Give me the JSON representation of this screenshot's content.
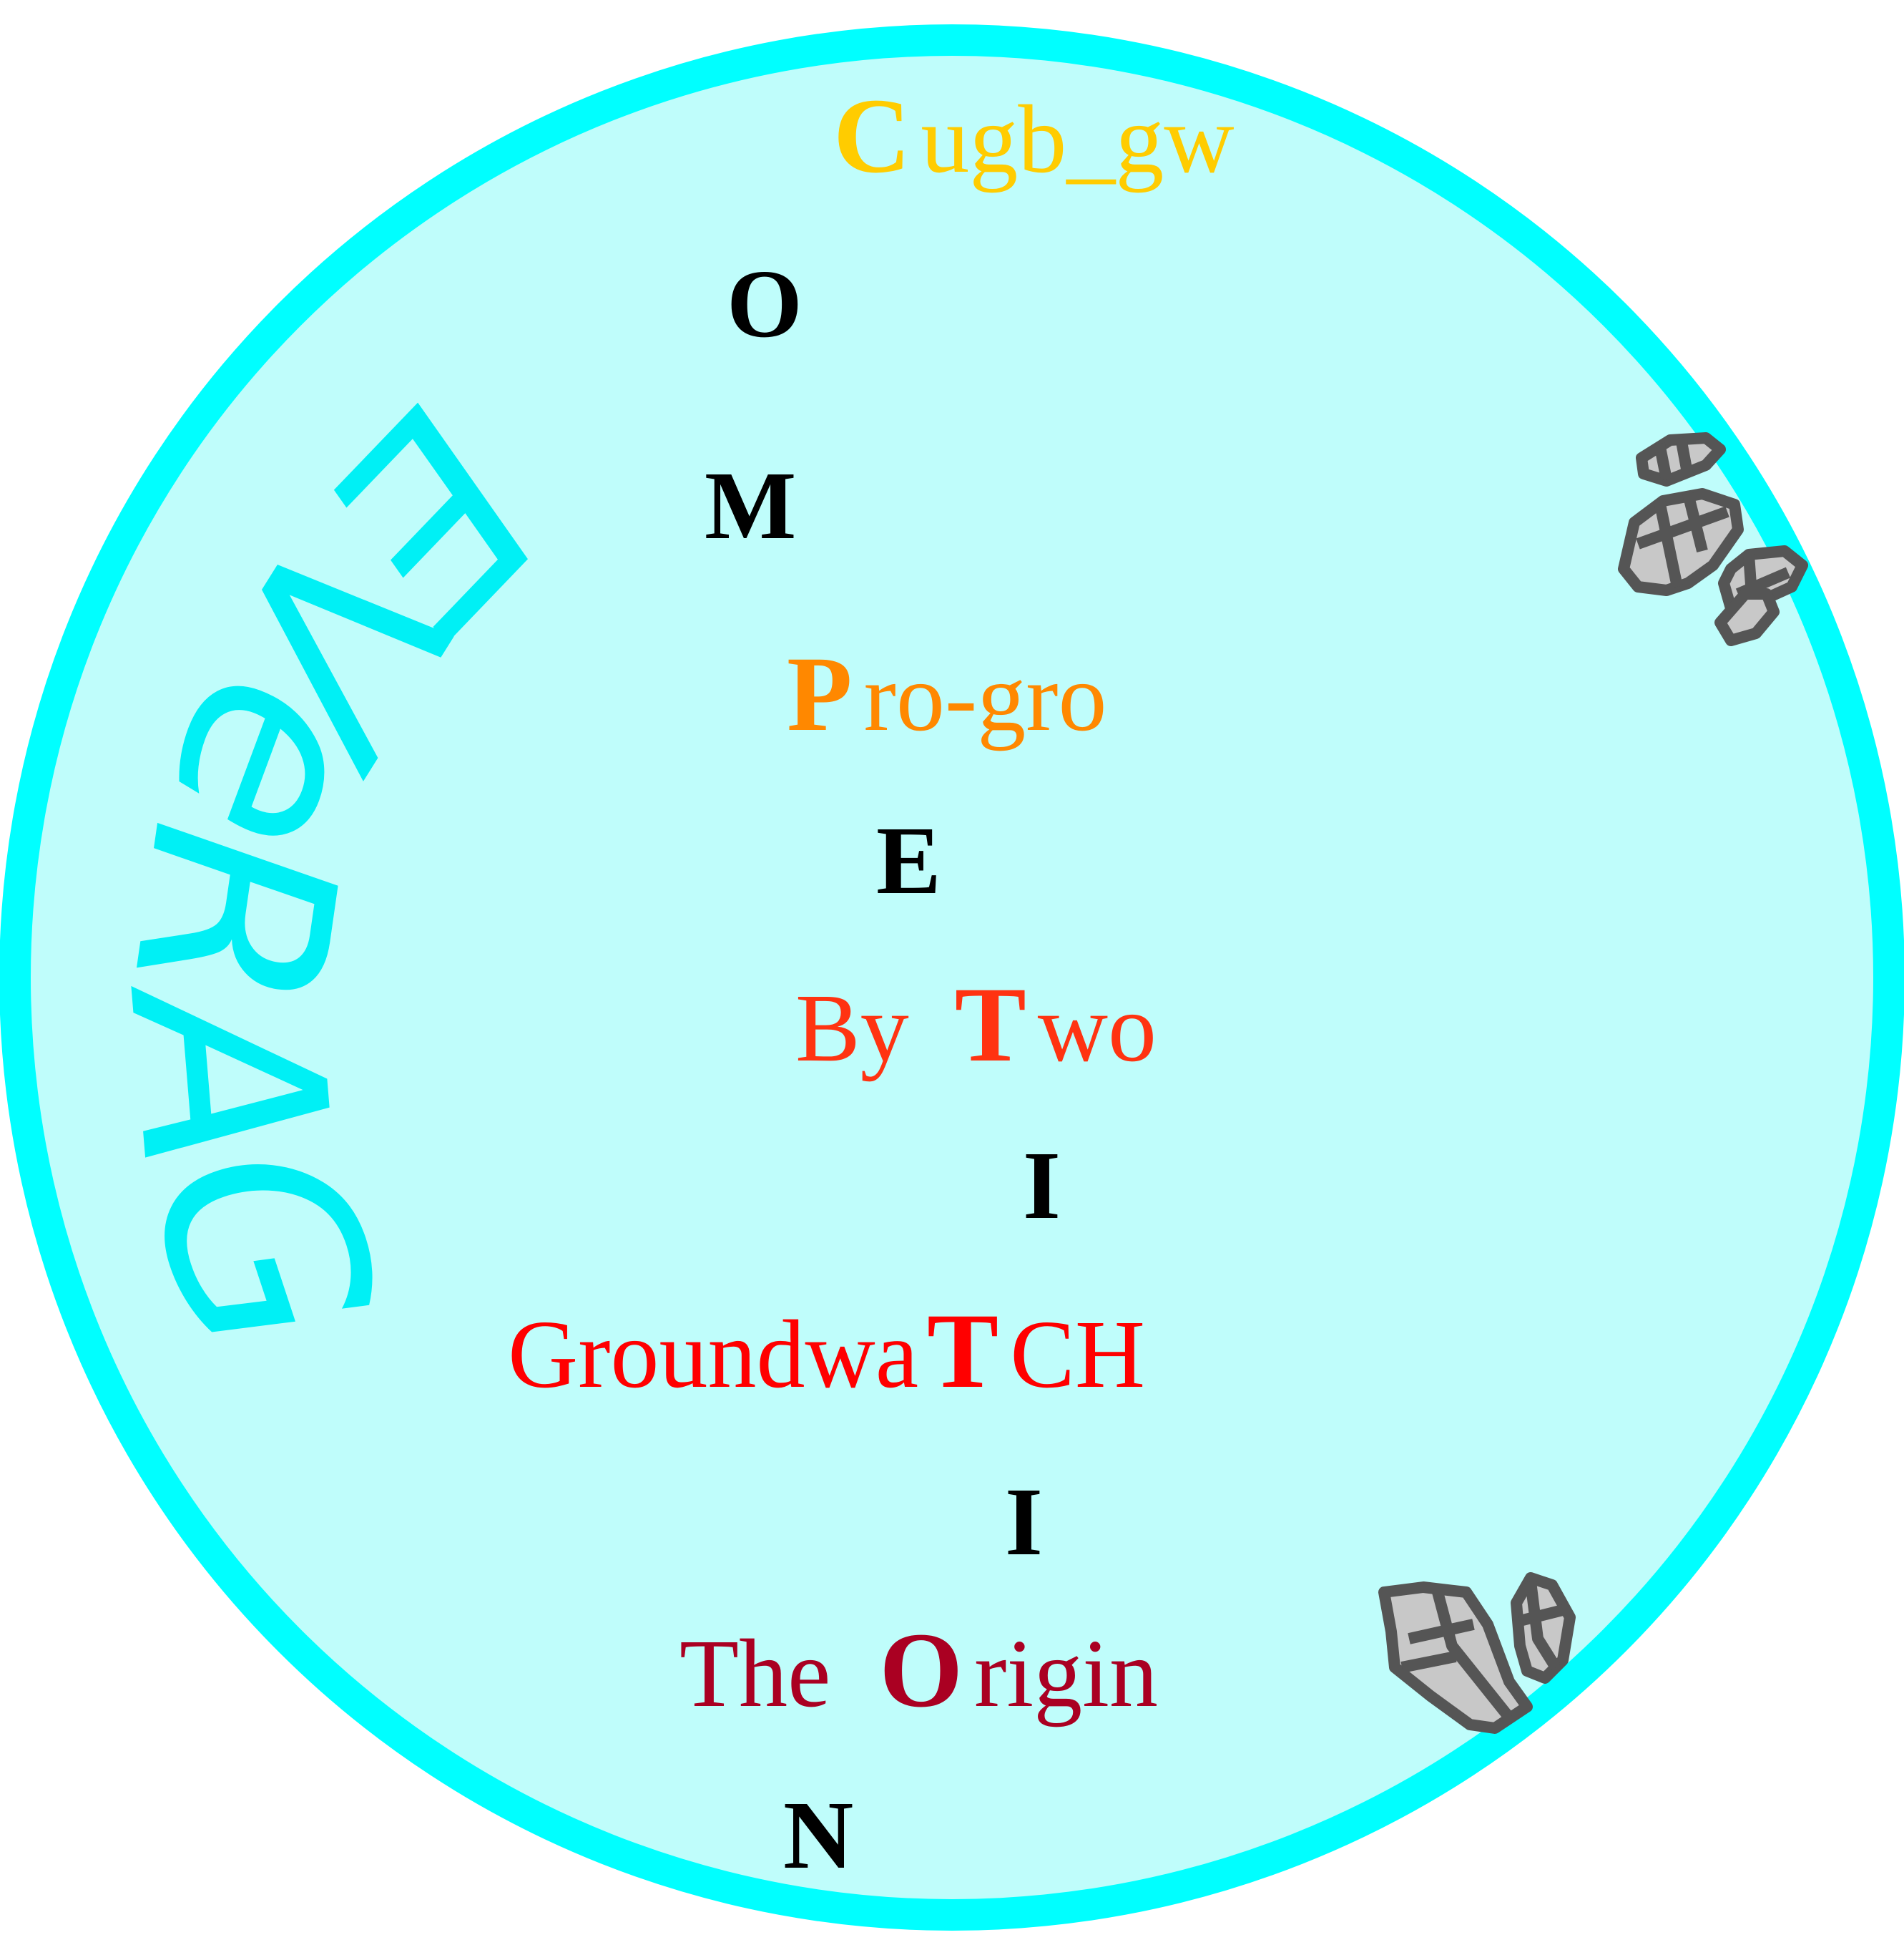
{
  "side_text": "EVeRAG",
  "lines": [
    {
      "key": "c",
      "initial": "C",
      "pre": "",
      "post": "ugb_gw",
      "color": "#ffcc00"
    },
    {
      "key": "o1",
      "initial": "O",
      "pre": "",
      "post": "",
      "color": "#000000"
    },
    {
      "key": "m",
      "initial": "M",
      "pre": "",
      "post": "",
      "color": "#000000"
    },
    {
      "key": "p",
      "initial": "P",
      "pre": "",
      "post": "ro-gro",
      "color": "#ff8800"
    },
    {
      "key": "e",
      "initial": "E",
      "pre": "",
      "post": "",
      "color": "#000000"
    },
    {
      "key": "t1",
      "initial": "T",
      "pre": "By ",
      "post": "wo",
      "color": "#ff3311"
    },
    {
      "key": "i1",
      "initial": "I",
      "pre": "",
      "post": "",
      "color": "#000000"
    },
    {
      "key": "t2",
      "initial": "T",
      "pre": "Groundwa",
      "post": "CH",
      "color": "#ff0000"
    },
    {
      "key": "i2",
      "initial": "I",
      "pre": "",
      "post": "",
      "color": "#000000"
    },
    {
      "key": "o2",
      "initial": "O",
      "pre": "The ",
      "post": "rigin",
      "color": "#aa0022"
    },
    {
      "key": "n",
      "initial": "N",
      "pre": "",
      "post": "",
      "color": "#000000"
    }
  ],
  "colors": {
    "ring": "#00ffff",
    "fill": "#bffdfb",
    "side_text": "#00f0f5",
    "crystal_fill": "#c8c8c8",
    "crystal_stroke": "#555555"
  },
  "icons": [
    "crystal-cluster-icon-top",
    "crystal-cluster-icon-bottom"
  ]
}
